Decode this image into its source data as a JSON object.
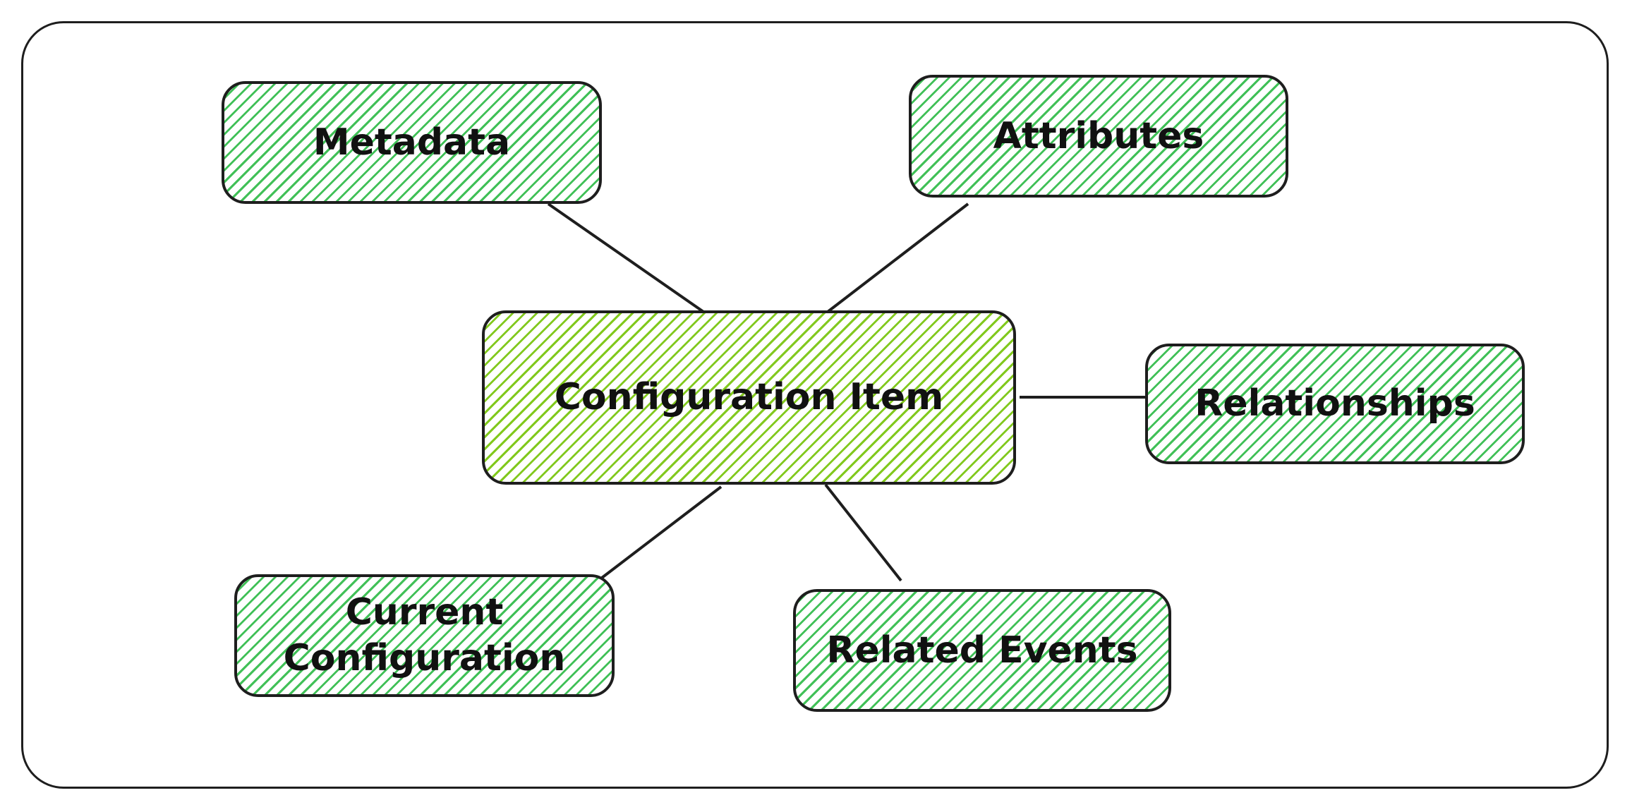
{
  "diagram": {
    "center": {
      "label": "Configuration Item",
      "color": "#82c91e"
    },
    "nodes": [
      {
        "id": "metadata",
        "label": "Metadata",
        "color": "#40c057"
      },
      {
        "id": "attributes",
        "label": "Attributes",
        "color": "#40c057"
      },
      {
        "id": "relationships",
        "label": "Relationships",
        "color": "#40c057"
      },
      {
        "id": "current-configuration",
        "label": "Current Configuration",
        "color": "#40c057"
      },
      {
        "id": "related-events",
        "label": "Related Events",
        "color": "#40c057"
      }
    ],
    "edges": [
      {
        "from": "Configuration Item",
        "to": "Metadata"
      },
      {
        "from": "Configuration Item",
        "to": "Attributes"
      },
      {
        "from": "Configuration Item",
        "to": "Relationships"
      },
      {
        "from": "Configuration Item",
        "to": "Current Configuration"
      },
      {
        "from": "Configuration Item",
        "to": "Related Events"
      }
    ]
  }
}
